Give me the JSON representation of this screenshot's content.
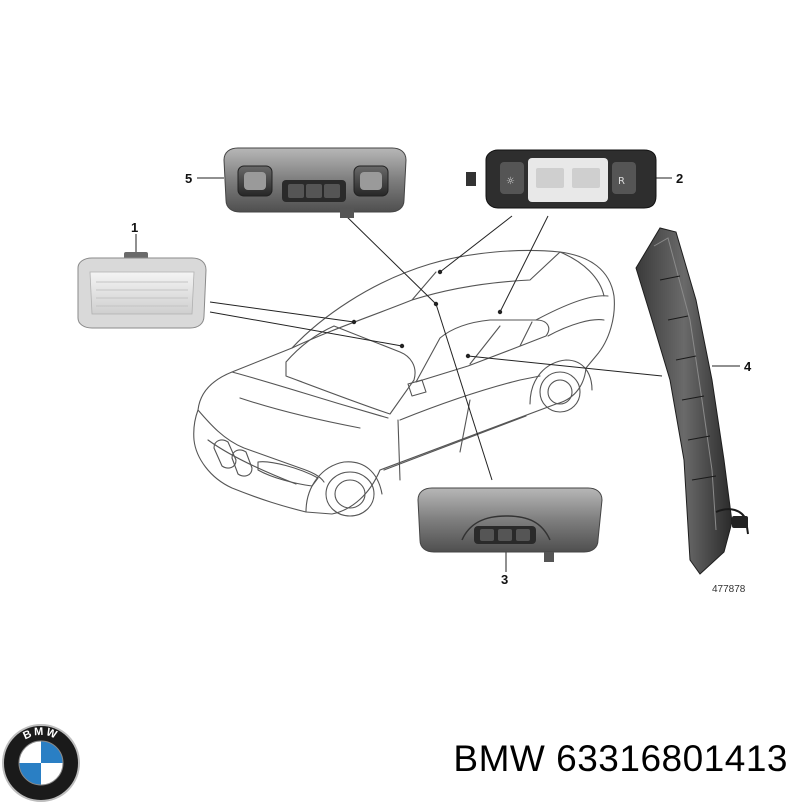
{
  "callouts": {
    "c1": "1",
    "c2": "2",
    "c3": "3",
    "c4": "4",
    "c5": "5"
  },
  "reference_number": "477878",
  "footer": {
    "brand": "BMW",
    "part_number": "63316801413"
  },
  "logo": {
    "icon": "bmw-roundel-icon",
    "letters": "BMW",
    "colors": {
      "ring": "#1a1a1a",
      "blue": "#2a7fc4",
      "white": "#ffffff"
    }
  }
}
